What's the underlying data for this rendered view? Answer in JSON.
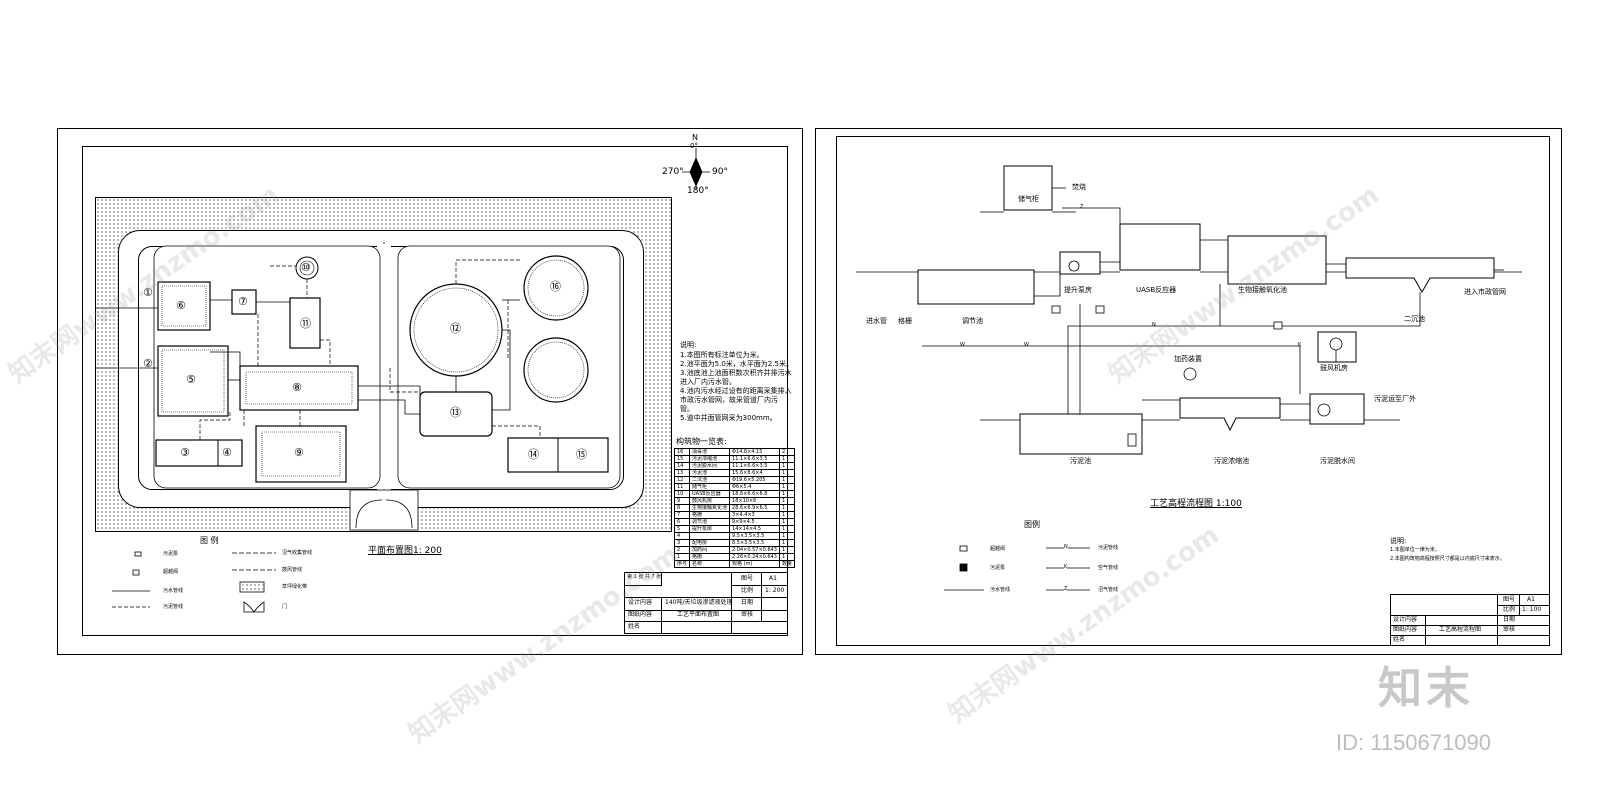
{
  "left_sheet": {
    "compass": {
      "n": "N",
      "deg0": "0°",
      "deg90": "90°",
      "deg180": "180°",
      "deg270": "270°"
    },
    "notes": {
      "title": "说明:",
      "lines": [
        "1.本图所有标注单位为米。",
        "2.池平面为5.0米，水平面为2.5米。",
        "3.池底池上池面积数次积齐并排污水",
        "进入厂内污水管。",
        "4.池内污水经过设有的距离采集排入",
        "市政污水管网，故采管道厂内污",
        "管。",
        "5.道中并面管网采为300mm。"
      ]
    },
    "structure_table": {
      "title": "构筑物一览表:",
      "rows": [
        [
          "16",
          "消毒池",
          "Φ14.8×4.15",
          "2"
        ],
        [
          "15",
          "污泥浓缩池",
          "11.1×6.6×3.5",
          "1"
        ],
        [
          "14",
          "污泥脱水间",
          "11.1×6.6×3.5",
          "1"
        ],
        [
          "13",
          "污泥池",
          "15.6×8.6×4",
          "1"
        ],
        [
          "12",
          "二沉池",
          "Φ19.6×5.205",
          "1"
        ],
        [
          "11",
          "储气柜",
          "Φ6×5.4",
          "1"
        ],
        [
          "10",
          "UASB反应器",
          "18.6×6.6×6.8",
          "1"
        ],
        [
          "9",
          "鼓风机房",
          "18×10×6",
          "1"
        ],
        [
          "8",
          "生物接触氧化池",
          "28.6×6.9×6.5",
          "1"
        ],
        [
          "7",
          "格栅",
          "3×4.4×3",
          "1"
        ],
        [
          "6",
          "调节池",
          "9×9×4.5",
          "1"
        ],
        [
          "5",
          "提升泵房",
          "14×14×4.5",
          "1"
        ],
        [
          "4",
          "",
          "9.5×3.5×3.5",
          "1"
        ],
        [
          "3",
          "配电房",
          "8.5×3.5×3.5",
          "1"
        ],
        [
          "2",
          "加药间",
          "2.04×0.57×0.643",
          "1"
        ],
        [
          "1",
          "格栅",
          "2.26×0.24×0.643",
          "1"
        ],
        [
          "序号",
          "名称",
          "规格 (m)",
          "数量"
        ]
      ]
    },
    "legend": {
      "title": "图 例",
      "items": [
        "污泥泵",
        "超越阀",
        "污水管线",
        "污泥管线",
        "沼气收集管线",
        "鼓风管线",
        "草坪绿化带",
        "门"
      ]
    },
    "drawing_caption": "平面布置图1: 200",
    "title_block": {
      "sheet_info": "第 1 张  共 7 张",
      "drawing_no_label": "图号",
      "drawing_no": "A1",
      "scale_label": "比例",
      "scale": "1: 200",
      "design_label": "设计内容",
      "design_content": "140吨/天垃圾渗滤液处理",
      "date_label": "日期",
      "figure_label": "图纸内容",
      "figure_content": "工艺平面布置图",
      "review_label": "审核",
      "name_label": "姓名"
    },
    "unit_numbers": [
      "①",
      "②",
      "③",
      "④",
      "⑤",
      "⑥",
      "⑦",
      "⑧",
      "⑨",
      "⑩",
      "⑪",
      "⑫",
      "⑬",
      "⑭",
      "⑮",
      "⑯"
    ]
  },
  "right_sheet": {
    "process_labels": {
      "gas_holder": "储气柜",
      "burn": "焚烧",
      "lift_pump": "提升泵房",
      "uasb": "UASB反应器",
      "bio_oxidation": "生物接触氧化池",
      "inlet_pipe": "进水管",
      "screen": "格栅",
      "regulating": "调节池",
      "secondary_clarifier": "二沉池",
      "outlet": "进入市政管网",
      "blower": "鼓风机房",
      "dosing": "加药装置",
      "sludge_pool": "污泥池",
      "sludge_thickener": "污泥浓缩池",
      "sludge_dewater": "污泥脱水间",
      "sludge_out": "污泥运至厂外"
    },
    "drawing_caption": "工艺高程流程图 1:100",
    "legend": {
      "title": "图例",
      "items": [
        "超越阀",
        "污泥泵",
        "污水管线",
        "污泥管线",
        "空气管线",
        "沼气管线"
      ],
      "codes": [
        "N",
        "K",
        "Z"
      ]
    },
    "notes": {
      "title": "说明:",
      "lines": [
        "1.本图单位一律为米。",
        "2.本图构筑物高程按照尺寸都是以内底尺寸来表示。"
      ]
    },
    "title_block": {
      "drawing_no_label": "图号",
      "drawing_no": "A1",
      "scale_label": "比例",
      "scale": "1: 100",
      "date_label": "日期",
      "design_label": "设计内容",
      "figure_label": "图纸内容",
      "figure_content": "工艺高程流程图",
      "review_label": "审核",
      "name_label": "姓名"
    },
    "pipe_codes": {
      "w": "W",
      "n": "N",
      "k": "K",
      "z": "Z"
    }
  },
  "brand": {
    "name": "知末",
    "id": "ID: 1150671090",
    "watermark": "知末网www.znzmo.com"
  }
}
